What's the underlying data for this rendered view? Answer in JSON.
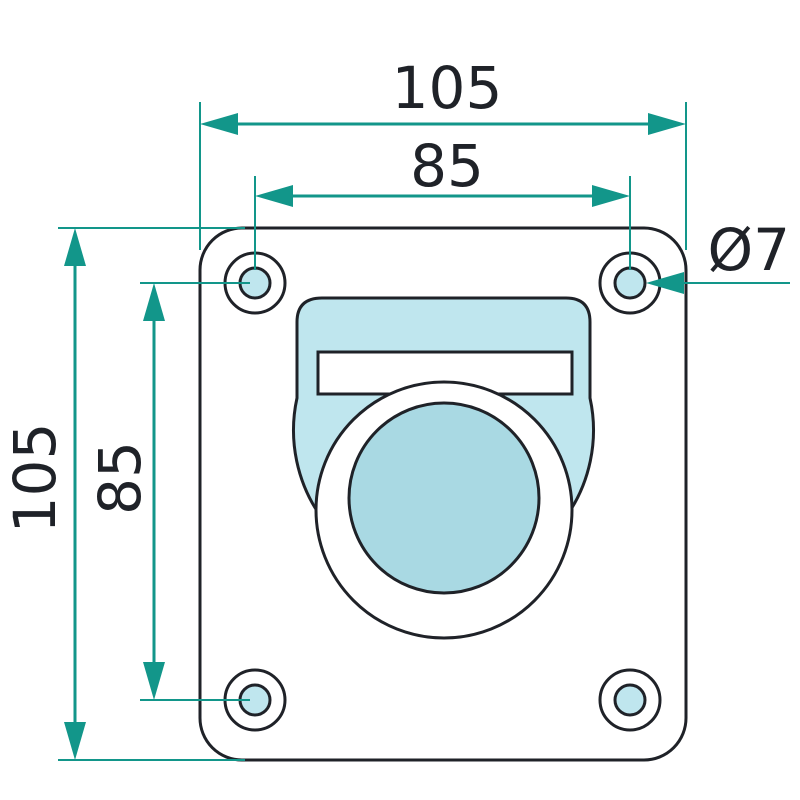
{
  "dimensions": {
    "top_overall": "105",
    "top_hole_spacing": "85",
    "left_overall": "105",
    "left_hole_spacing": "85",
    "hole_diameter": "Ø7"
  },
  "colors": {
    "dimension": "#12968a",
    "outline": "#1f2228",
    "ring_fill": "#bfe6ee",
    "ring_fill_dark": "#a9d9e3"
  }
}
